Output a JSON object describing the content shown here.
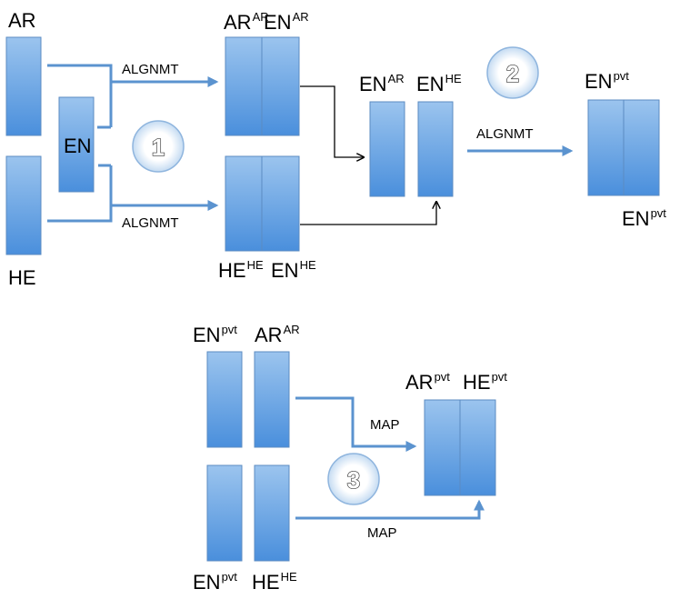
{
  "colors": {
    "block_top": "#9bc4ee",
    "block_bottom": "#4a8fdc",
    "block_border": "#5b8bc2",
    "thick_arrow": "#5b93cf",
    "thin_arrow": "#000000"
  },
  "labels": {
    "ar_left": "AR",
    "he_left": "HE",
    "en_mid": "EN",
    "ar_ar_base": "AR",
    "ar_ar_sup": "AR",
    "en_ar_top_base": "EN",
    "en_ar_top_sup": "AR",
    "he_he_base": "HE",
    "he_he_sup": "HE",
    "en_he_bottom_base": "EN",
    "en_he_bottom_sup": "HE",
    "en_ar_mid_base": "EN",
    "en_ar_mid_sup": "AR",
    "en_he_mid_base": "EN",
    "en_he_mid_sup": "HE",
    "en_pvt_top_base": "EN",
    "en_pvt_top_sup": "pvt",
    "en_pvt_bottom_base": "EN",
    "en_pvt_bottom_sup": "pvt",
    "s3_en_pvt_top_base": "EN",
    "s3_en_pvt_top_sup": "pvt",
    "s3_ar_ar_base": "AR",
    "s3_ar_ar_sup": "AR",
    "ar_pvt_base": "AR",
    "ar_pvt_sup": "pvt",
    "he_pvt_base": "HE",
    "he_pvt_sup": "pvt",
    "s3_en_pvt_bottom_base": "EN",
    "s3_en_pvt_bottom_sup": "pvt",
    "s3_he_he_base": "HE",
    "s3_he_he_sup": "HE"
  },
  "edges": {
    "alignmt_top": "ALGNMT",
    "alignmt_bottom": "ALGNMT",
    "alignmt_step2": "ALGNMT",
    "map_top": "MAP",
    "map_bottom": "MAP"
  },
  "steps": {
    "one": "1",
    "two": "2",
    "three": "3"
  }
}
